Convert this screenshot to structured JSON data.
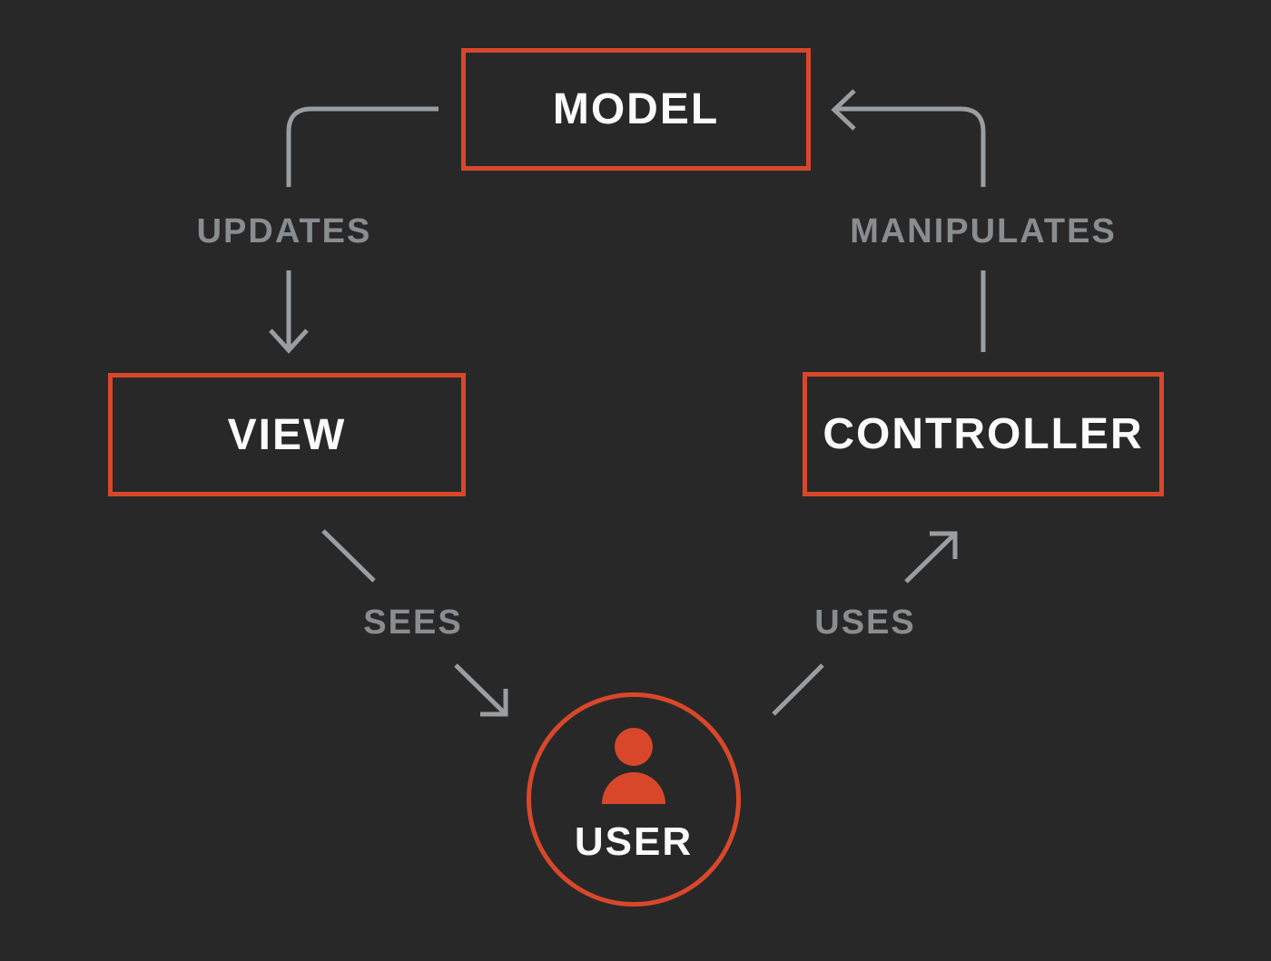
{
  "diagram_type": "mvc-architecture-flow",
  "colors": {
    "background": "#282828",
    "accent": "#d9472b",
    "node_text": "#fafafa",
    "edge_line": "#9b9ea1",
    "edge_label": "#8a8d90"
  },
  "nodes": {
    "model": {
      "label": "MODEL",
      "shape": "rectangle"
    },
    "view": {
      "label": "VIEW",
      "shape": "rectangle"
    },
    "controller": {
      "label": "CONTROLLER",
      "shape": "rectangle"
    },
    "user": {
      "label": "USER",
      "shape": "circle",
      "icon": "person-icon"
    }
  },
  "edges": [
    {
      "from": "model",
      "to": "view",
      "label": "UPDATES"
    },
    {
      "from": "controller",
      "to": "model",
      "label": "MANIPULATES"
    },
    {
      "from": "view",
      "to": "user",
      "label": "SEES"
    },
    {
      "from": "user",
      "to": "controller",
      "label": "USES"
    }
  ]
}
